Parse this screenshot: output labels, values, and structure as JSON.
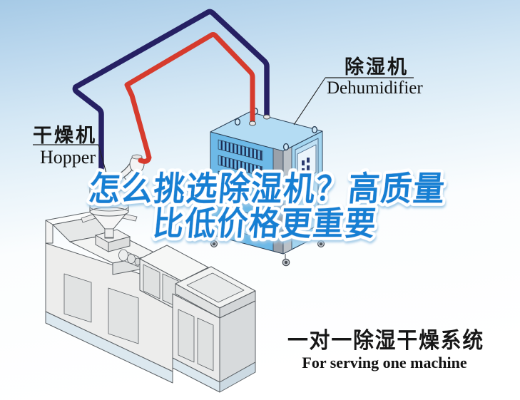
{
  "poster": {
    "title": {
      "line1": "怎么挑选除湿机？高质量",
      "line2": "比低价格更重要"
    },
    "equipment_labels": {
      "hopper": {
        "zh": "干燥机",
        "en": "Hopper"
      },
      "dehumidifier": {
        "zh": "除湿机",
        "en": "Dehumidifier"
      }
    },
    "caption": {
      "zh": "一对一除湿干燥系统",
      "en": "For serving one machine"
    },
    "colors": {
      "title_blue": "#157fd3",
      "title_outline": "#ffffff",
      "hose_red": "#d63b2d",
      "hose_navy": "#262063",
      "dehumidifier_front": "#6db9e7",
      "dehumidifier_top": "#b4dcf3",
      "dehumidifier_side": "#a3d5f0",
      "sky_top": "#a6cae6",
      "sky_bottom": "#ffffff"
    }
  }
}
